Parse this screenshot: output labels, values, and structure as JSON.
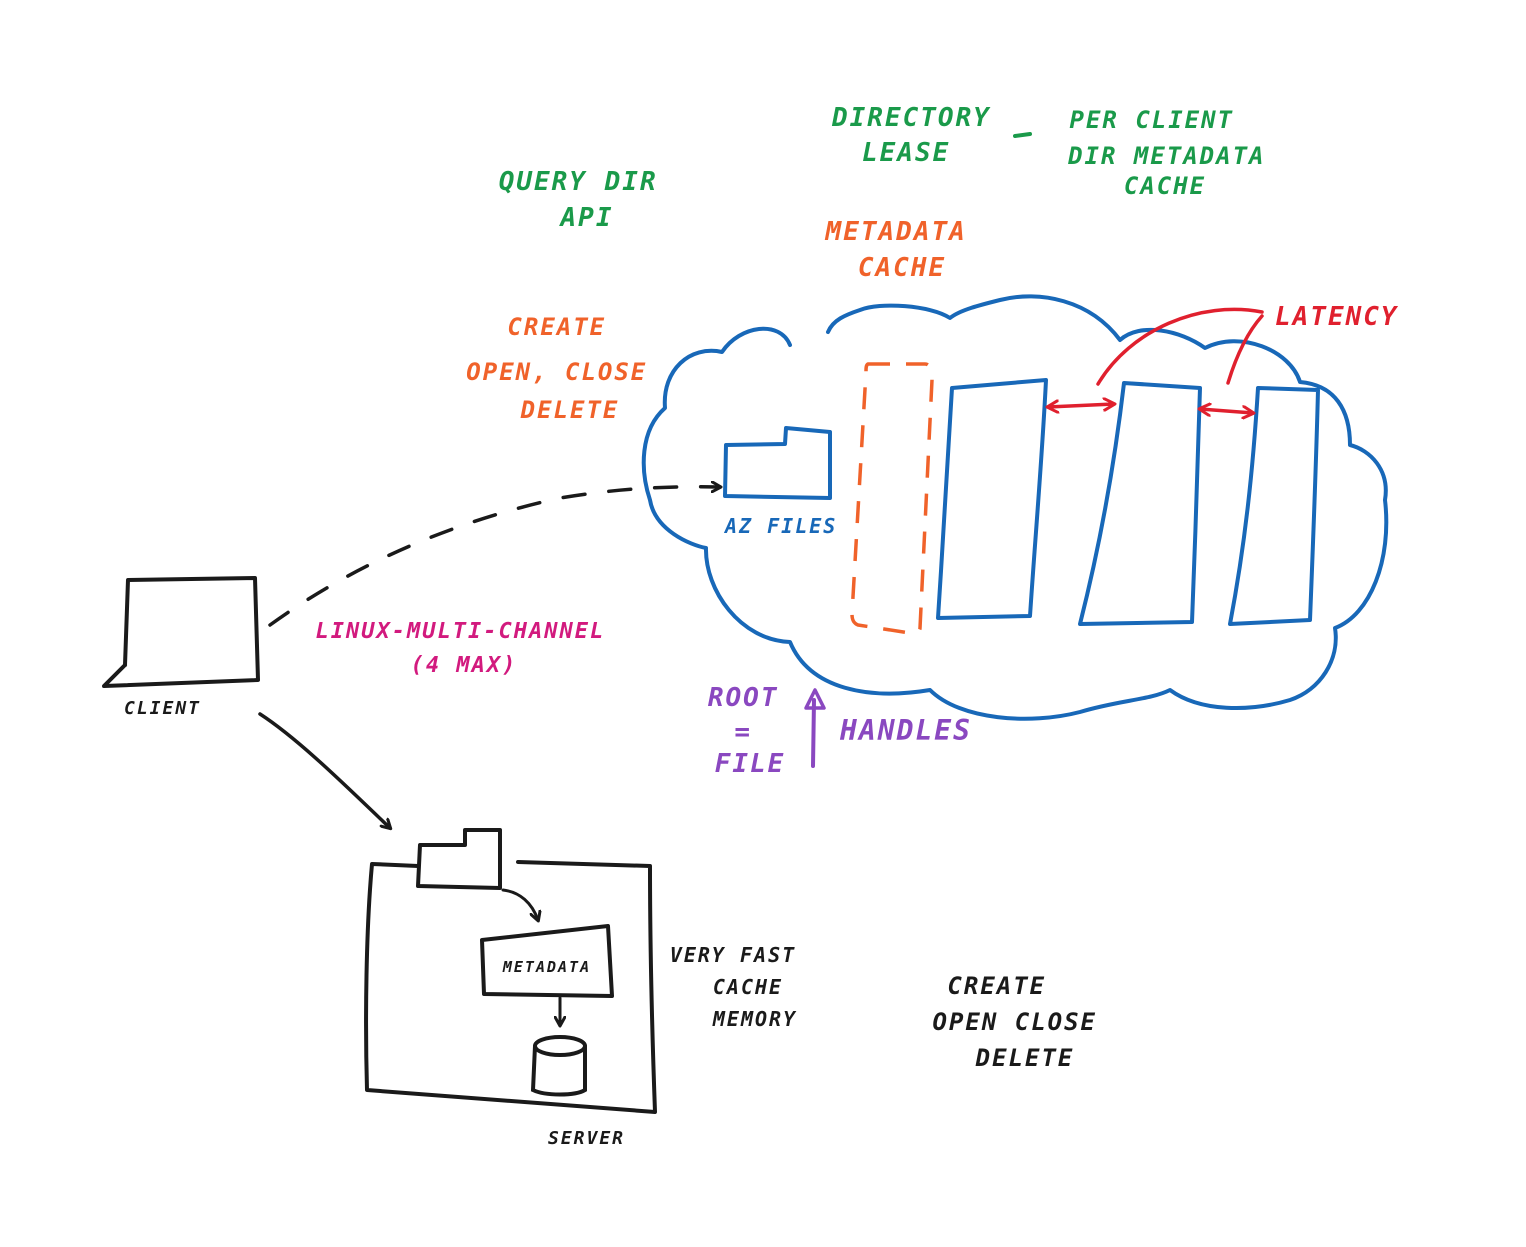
{
  "colors": {
    "black": "#1a1a1a",
    "green": "#1a9a4a",
    "orange": "#f0622a",
    "blue": "#1868b8",
    "red": "#e0202e",
    "magenta": "#d21a7e",
    "purple": "#8a48c0"
  },
  "labels": {
    "query_dir_api": [
      "Query dir",
      "API"
    ],
    "directory_lease": [
      "Directory",
      "Lease"
    ],
    "per_client_cache": [
      "Per client",
      "dir metadata",
      "cache"
    ],
    "metadata_cache": [
      "Metadata",
      "cache"
    ],
    "create_ops_cloud": [
      "Create",
      "open, close",
      "Delete"
    ],
    "latency": "Latency",
    "az_files": "AZ Files",
    "linux_multichannel": [
      "Linux-multi-channel",
      "(4 max)"
    ],
    "client": "Client",
    "root_file": [
      "Root",
      "=",
      "File"
    ],
    "handles": "Handles",
    "server_metadata": "Metadata",
    "very_fast_cache": [
      "Very fast",
      "cache",
      "memory"
    ],
    "server": "Server",
    "create_ops_bottom": [
      "Create",
      "open close",
      "Delete"
    ]
  }
}
